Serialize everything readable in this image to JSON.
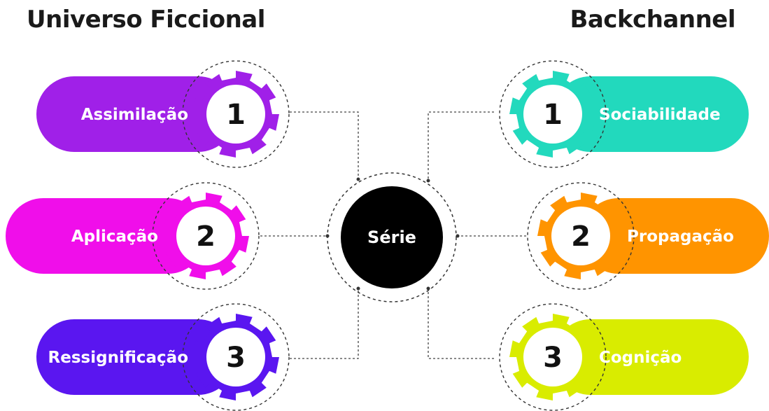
{
  "titles": {
    "left": "Universo Ficcional",
    "right": "Backchannel"
  },
  "center": {
    "label": "Série",
    "color": "#000000"
  },
  "left_items": [
    {
      "number": "1",
      "label": "Assimilação",
      "color": "#A020E8"
    },
    {
      "number": "2",
      "label": "Aplicação",
      "color": "#F00EEA"
    },
    {
      "number": "3",
      "label": "Ressignificação",
      "color": "#5A16F0"
    }
  ],
  "right_items": [
    {
      "number": "1",
      "label": "Sociabilidade",
      "color": "#22D9BD"
    },
    {
      "number": "2",
      "label": "Propagação",
      "color": "#FF9400"
    },
    {
      "number": "3",
      "label": "Cognição",
      "color": "#D9EC00"
    }
  ]
}
